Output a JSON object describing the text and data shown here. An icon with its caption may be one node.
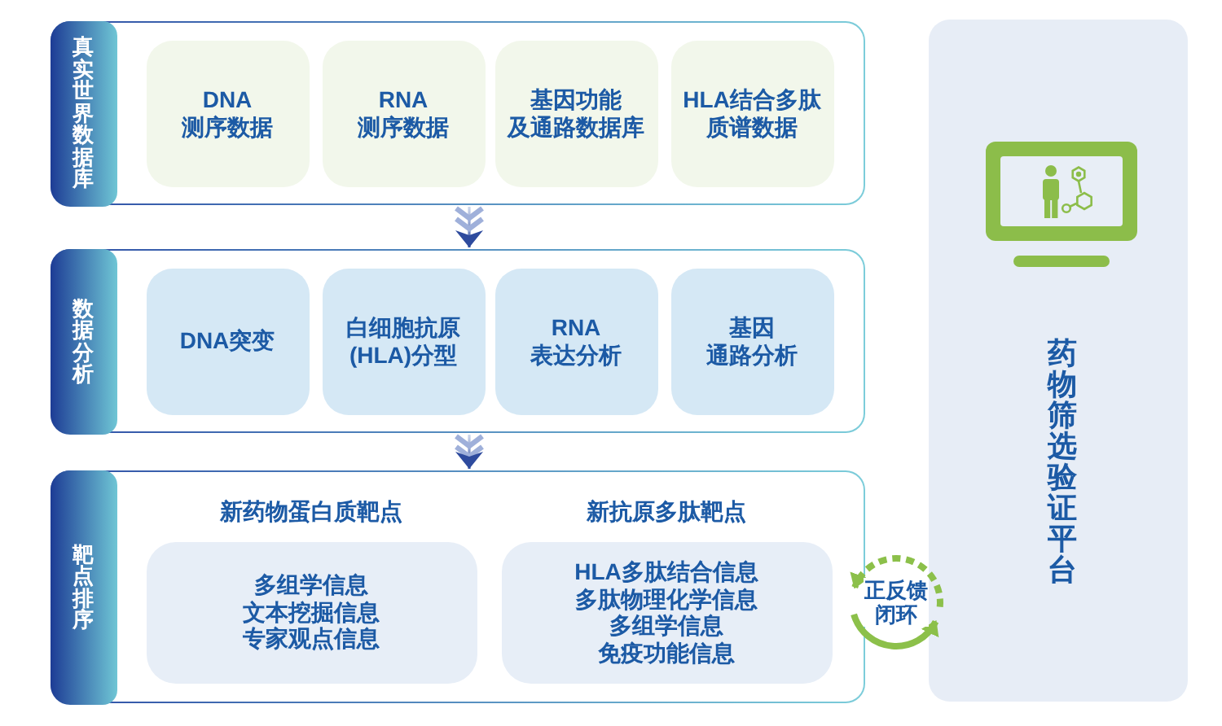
{
  "diagram": {
    "nodes": [
      {
        "text": [
          "真实世界数据库"
        ]
      },
      {
        "text": [
          "DNA测序数据"
        ],
        "in": 0
      },
      {
        "text": [
          "RNA测序数据"
        ],
        "in": 0
      },
      {
        "text": [
          "基因功能及通路数据库"
        ],
        "in": 0
      },
      {
        "text": [
          "HLA结合多肽质谱数据"
        ],
        "in": 0
      },
      {
        "text": [
          "数据分析"
        ]
      },
      {
        "text": [
          "DNA突变"
        ],
        "in": 5
      },
      {
        "text": [
          "白细胞抗原(HLA)分型"
        ],
        "in": 5
      },
      {
        "text": [
          "RNA表达分析"
        ],
        "in": 5
      },
      {
        "text": [
          "基因通路分析"
        ],
        "in": 5
      },
      {
        "text": [
          "靶点排序"
        ]
      },
      {
        "text": [
          "新药物蛋白质靶点",
          "多组学信息",
          "文本挖掘信息",
          "专家观点信息"
        ],
        "in": 10
      },
      {
        "text": [
          "新抗原多肽靶点",
          "HLA多肽结合信息",
          "多肽物理化学信息",
          "多组学信息",
          "免疫功能信息"
        ],
        "in": 10
      },
      {
        "text": [
          "正反馈闭环"
        ]
      },
      {
        "text": [
          "药物筛选验证平台"
        ]
      }
    ],
    "edges": [
      {
        "from": 0,
        "to": 5,
        "arrow": "to"
      },
      {
        "from": 5,
        "to": 10,
        "arrow": "to"
      }
    ]
  }
}
